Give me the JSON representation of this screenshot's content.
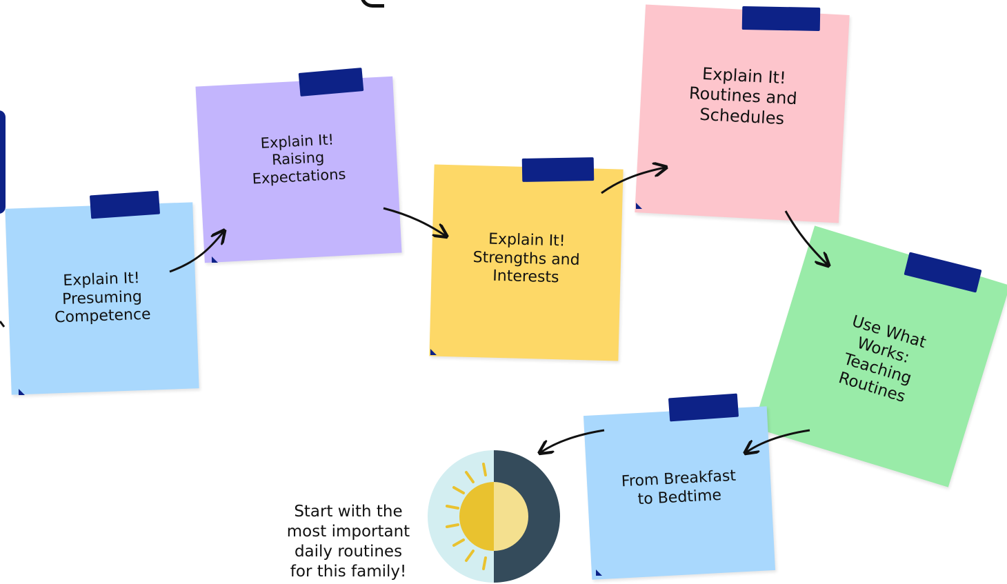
{
  "notes": [
    {
      "id": "presuming-competence",
      "text": "Explain It!\nPresuming\nCompetence",
      "color": "#a9d8fd"
    },
    {
      "id": "raising-expectations",
      "text": "Explain It!\nRaising\nExpectations",
      "color": "#c3b5fd"
    },
    {
      "id": "strengths-interests",
      "text": "Explain It!\nStrengths and\nInterests",
      "color": "#fdd867"
    },
    {
      "id": "routines-schedules",
      "text": "Explain It!\nRoutines and\nSchedules",
      "color": "#fdc5cc"
    },
    {
      "id": "teaching-routines",
      "text": "Use What\nWorks:\nTeaching\nRoutines",
      "color": "#99eba8"
    },
    {
      "id": "breakfast-bedtime",
      "text": "From Breakfast\nto Bedtime",
      "color": "#a9d8fd"
    }
  ],
  "caption": "Start with the\nmost important\ndaily routines\nfor this family!",
  "icon": {
    "name": "sun-moon-icon",
    "sun_color": "#e9c22f",
    "moon_color": "#344b5b",
    "sky_color": "#d3eef1"
  },
  "tape_color": "#0d2287"
}
